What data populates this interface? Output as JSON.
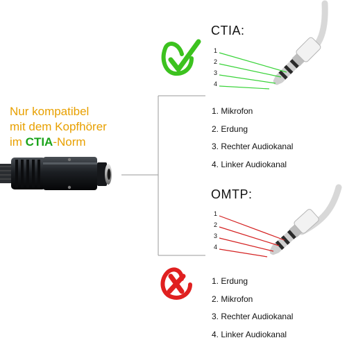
{
  "headline": {
    "line1": "Nur kompatibel",
    "line2": "mit dem Kopfhörer",
    "line3_prefix": "im ",
    "line3_highlight": "CTIA",
    "line3_suffix": "-Norm"
  },
  "ctia": {
    "title": "CTIA:",
    "pin_numbers": [
      "1",
      "2",
      "3",
      "4"
    ],
    "pins": [
      "1. Mikrofon",
      "2. Erdung",
      "3. Rechter Audiokanal",
      "4. Linker Audiokanal"
    ],
    "line_color": "#39d339",
    "status": "compatible"
  },
  "omtp": {
    "title": "OMTP:",
    "pin_numbers": [
      "1",
      "2",
      "3",
      "4"
    ],
    "pins": [
      "1. Erdung",
      "2. Mikrofon",
      "3. Rechter Audiokanal",
      "4. Linker Audiokanal"
    ],
    "line_color": "#d42020",
    "status": "incompatible"
  },
  "icons": {
    "check": "green-check-mark-icon",
    "cross": "red-cross-mark-icon"
  },
  "colors": {
    "headline": "#e8a000",
    "highlight": "#1aa31a",
    "check": "#3cc21f",
    "cross": "#e02020"
  }
}
